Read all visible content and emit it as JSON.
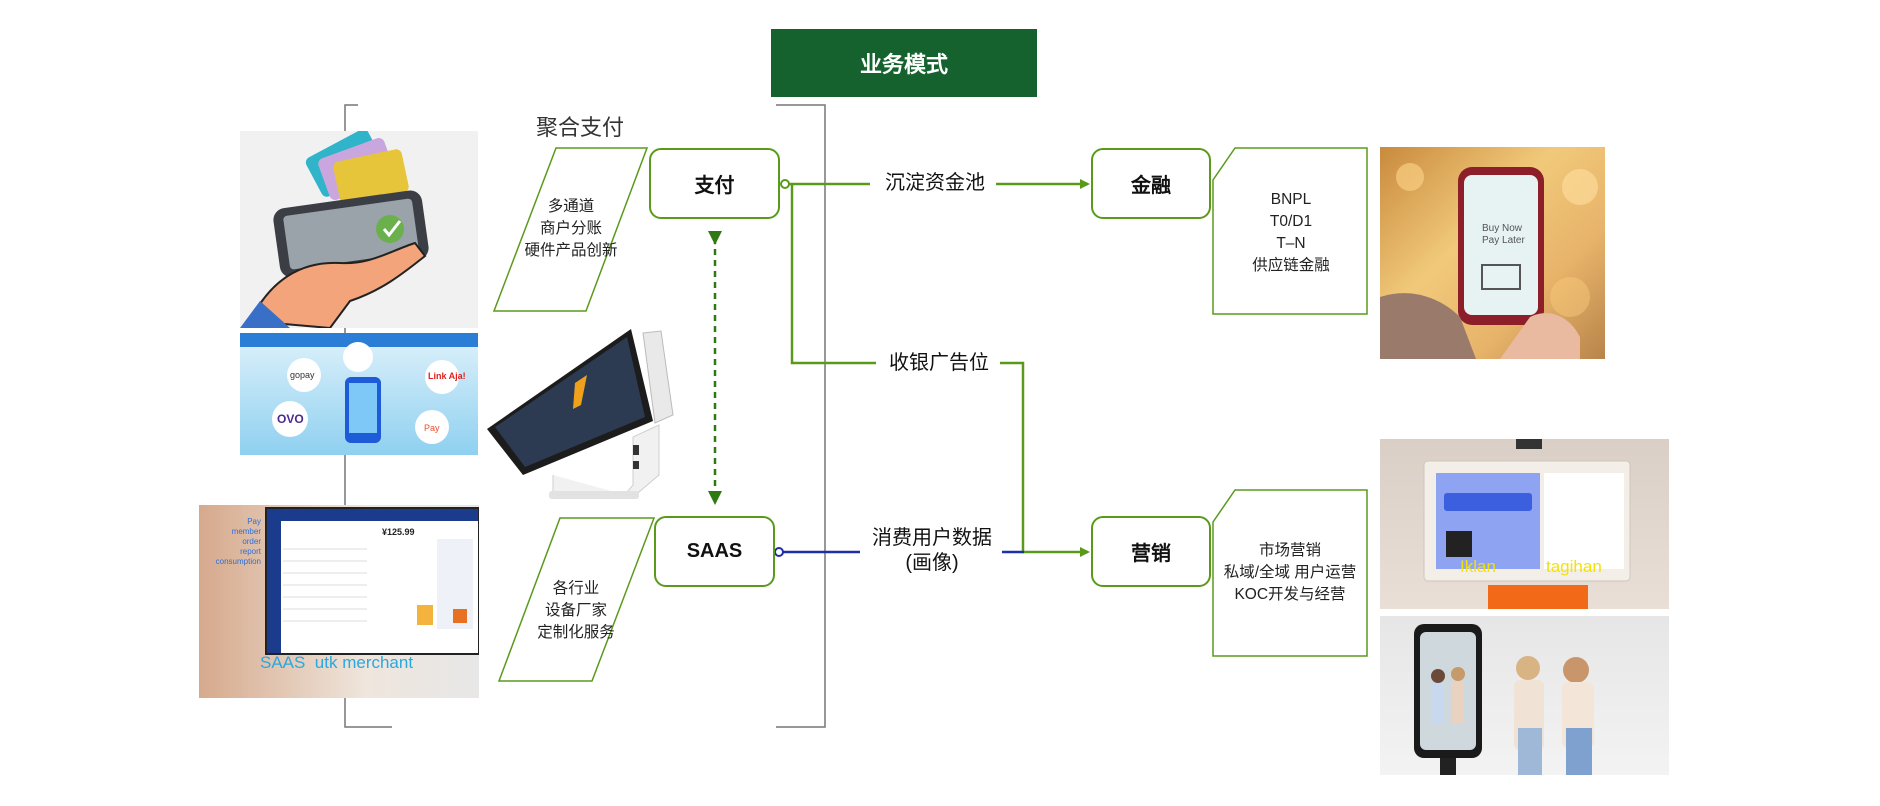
{
  "title": "业务模式",
  "aggregate_heading": "聚合支付",
  "nodes": {
    "pay": "支付",
    "saas": "SAAS",
    "finance": "金融",
    "marketing": "营销"
  },
  "edge_labels": {
    "pool": "沉淀资金池",
    "ads": "收银广告位",
    "data_line1": "消费用户数据",
    "data_line2": "(画像)"
  },
  "pay_features": [
    "多通道",
    "商户分账",
    "硬件产品创新"
  ],
  "saas_features": [
    "各行业",
    "设备厂家",
    "定制化服务"
  ],
  "finance_features": [
    "BNPL",
    "T0/D1",
    "T–N",
    "供应链金融"
  ],
  "marketing_features": [
    "市场营销",
    "私域/全域 用户运营",
    "KOC开发与经营"
  ],
  "photo_captions": {
    "saas_screen": "SAAS  utk merchant",
    "side_words": [
      "Pay",
      "member",
      "order",
      "report",
      "consumption"
    ],
    "price": "¥125.99",
    "bnpl_phone_line1": "Buy Now",
    "bnpl_phone_line2": "Pay Later",
    "wallets": [
      "gopay",
      "OVO",
      "Link Aja!",
      "Pay"
    ],
    "ad_left": "Iklan",
    "ad_right": "tagihan"
  },
  "colors": {
    "green_dark": "#15622e",
    "green_line": "#5a9a1b",
    "blue_line": "#1f2fa8",
    "bracket": "#777777"
  }
}
